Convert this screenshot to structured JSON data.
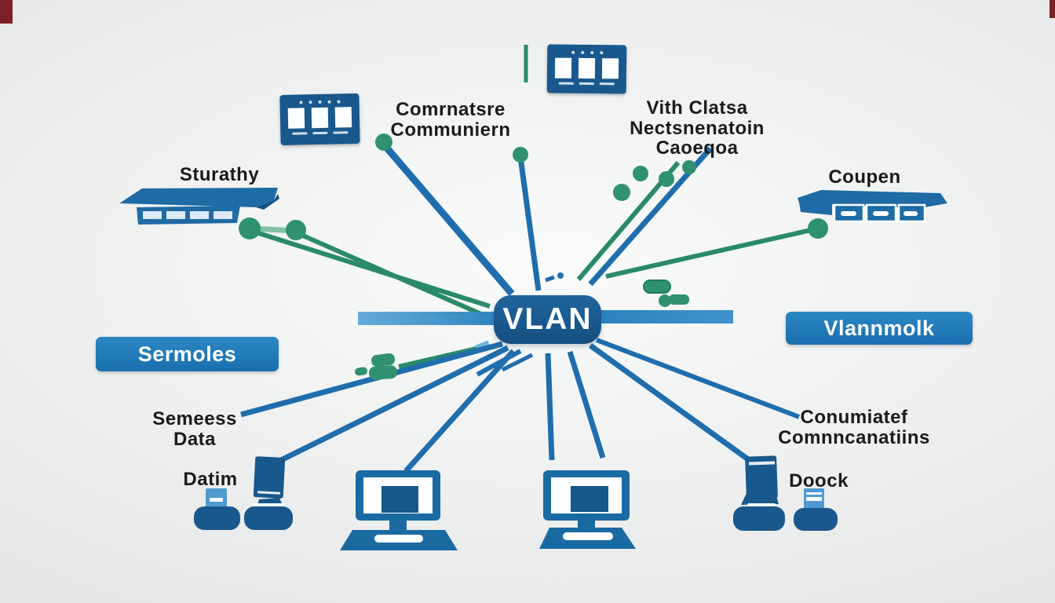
{
  "diagram": {
    "center_node": "VLAN",
    "left_button": "Sermoles",
    "right_button": "Vlannmolk"
  },
  "labels": {
    "left_switch": "Sturathy",
    "right_switch": "Coupen",
    "top_center": [
      "Comrnatsre",
      "Communiern"
    ],
    "top_right": [
      "Vith Clatsa",
      "Nectsnenatoin",
      "Caoeqoa"
    ],
    "left_middle": [
      "Semeess",
      "Data"
    ],
    "left_bottom": "Datim",
    "right_middle": [
      "Conumiatef",
      "Comnncanatiins"
    ],
    "right_bottom": "Doock"
  },
  "colors": {
    "device_blue": "#19588c",
    "line_blue": "#1f6dac",
    "bar_blue": "#2f85c0",
    "button_blue": "#1c7ab8",
    "node_blue": "#1b5b91",
    "green": "#2f9170",
    "text": "#1a1a1a",
    "background": "#eef0f0",
    "corner_red": "#7d2026"
  },
  "icons": [
    "patch-panel-top-left-icon",
    "patch-panel-top-center-icon",
    "network-switch-left-icon",
    "network-switch-right-icon",
    "dock-bottom-left-icon",
    "tower-pc-bottom-left-icon",
    "desktop-computer-left-icon",
    "desktop-computer-center-icon",
    "tower-pc-bottom-right-icon",
    "dock-bottom-right-icon"
  ]
}
